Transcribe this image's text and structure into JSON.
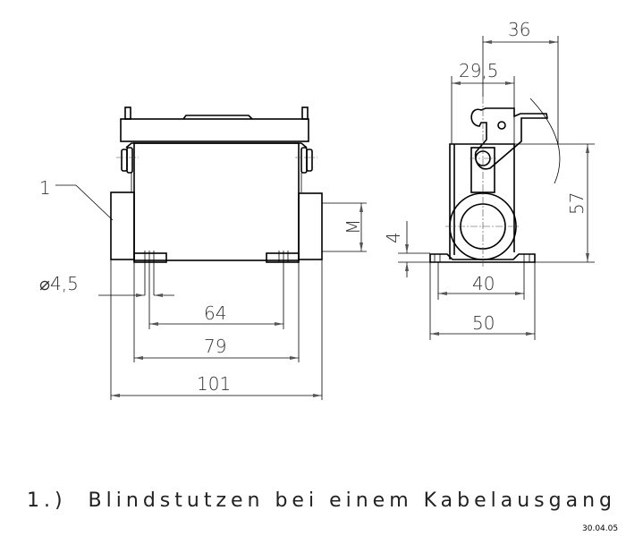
{
  "labels": {
    "part_number": "1",
    "hole_diameter": "⌀4,5",
    "dim_64": "64",
    "dim_79": "79",
    "dim_101": "101",
    "dim_m": "M",
    "dim_4": "4",
    "dim_40": "40",
    "dim_50": "50",
    "dim_57": "57",
    "dim_29_5": "29,5",
    "dim_36": "36"
  },
  "caption": "1.)  Blindstutzen bei einem Kabelausgang",
  "date": "30.04.05"
}
